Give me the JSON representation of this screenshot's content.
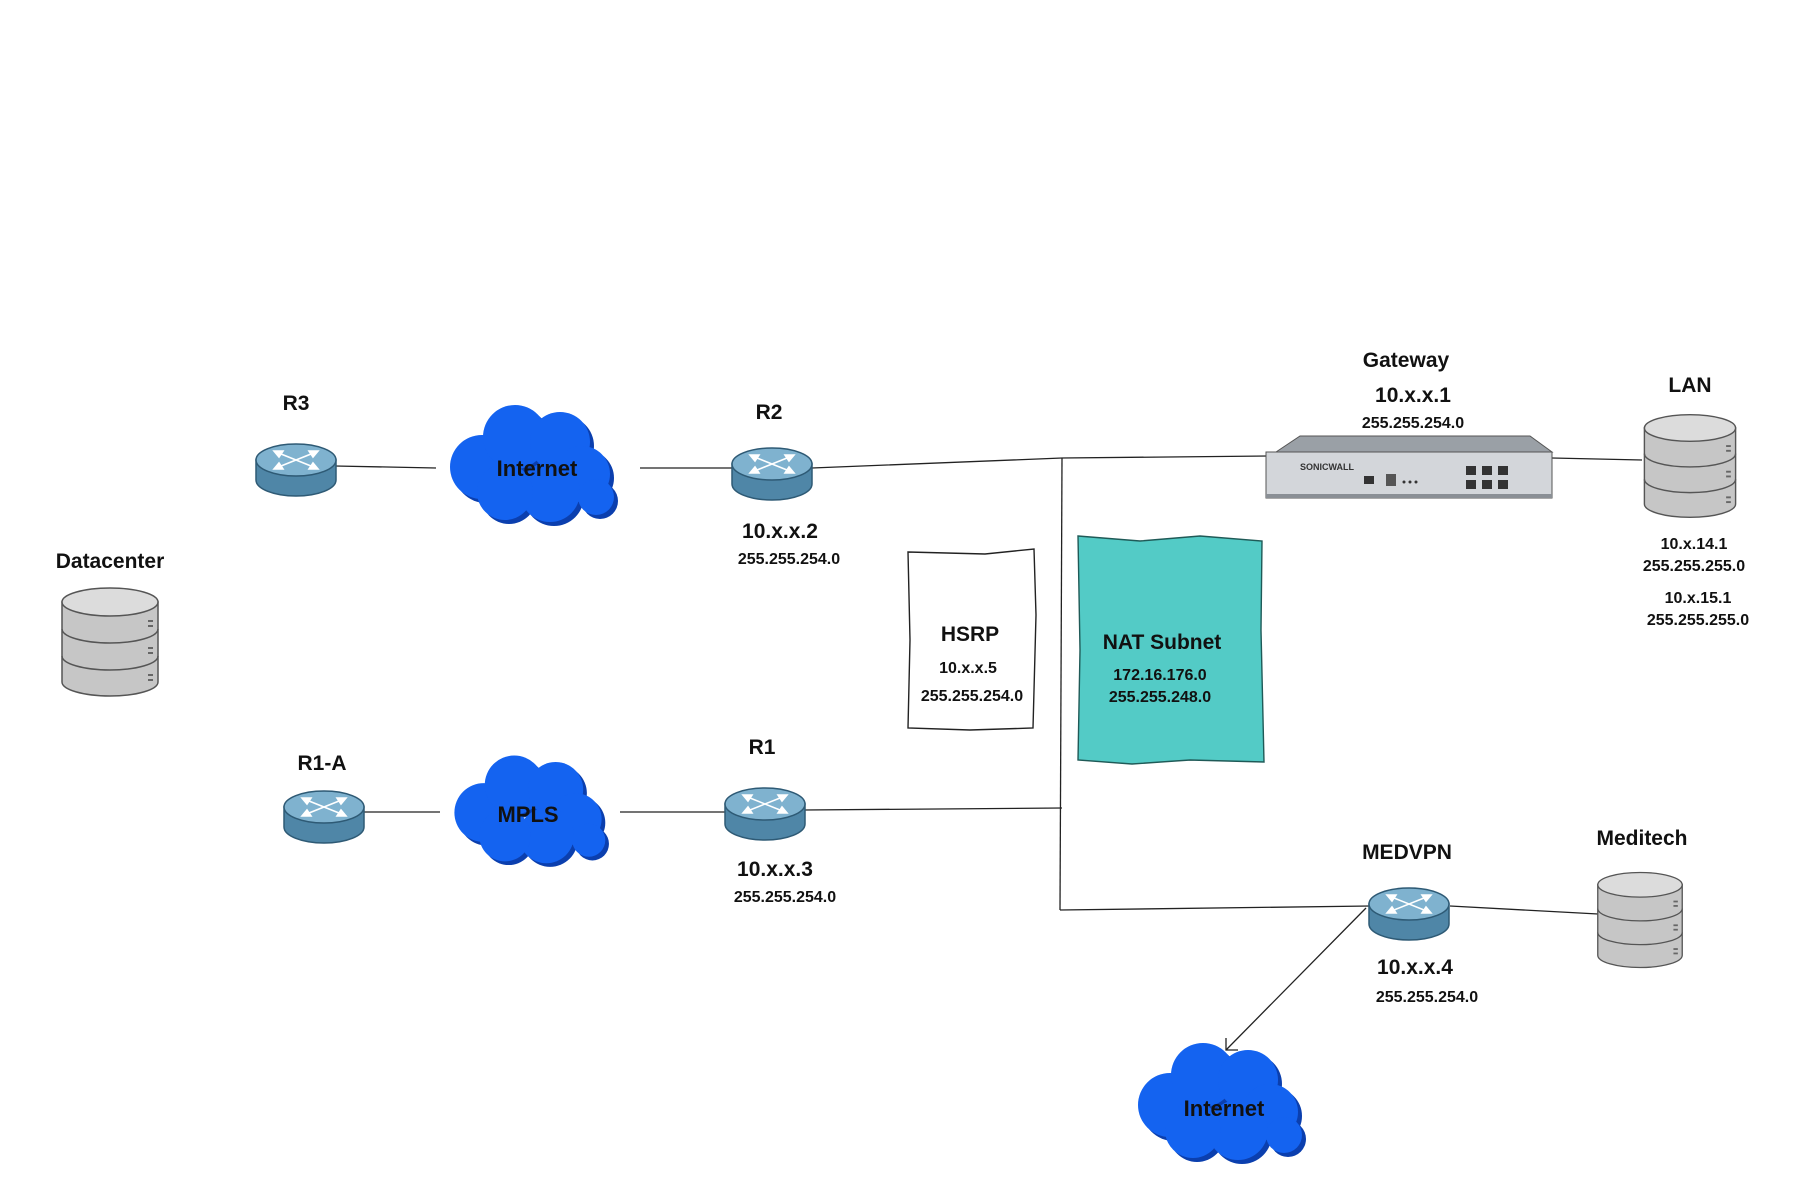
{
  "colors": {
    "cloud": "#1463f0",
    "cloud_edge": "#0b3fae",
    "router": "#5b93b4",
    "router_top": "#79aecb",
    "db": "#c9c9c9",
    "nat_fill": "#53cbc6",
    "line": "#222222"
  },
  "datacenter": {
    "label": "Datacenter"
  },
  "r3": {
    "label": "R3"
  },
  "r1a": {
    "label": "R1-A"
  },
  "internet_top": {
    "label": "Internet"
  },
  "mpls": {
    "label": "MPLS"
  },
  "r2": {
    "label": "R2",
    "ip": "10.x.x.2",
    "mask": "255.255.254.0"
  },
  "r1": {
    "label": "R1",
    "ip": "10.x.x.3",
    "mask": "255.255.254.0"
  },
  "hsrp": {
    "label": "HSRP",
    "ip": "10.x.x.5",
    "mask": "255.255.254.0"
  },
  "nat": {
    "label": "NAT Subnet",
    "ip": "172.16.176.0",
    "mask": "255.255.248.0"
  },
  "gateway": {
    "label": "Gateway",
    "ip": "10.x.x.1",
    "mask": "255.255.254.0",
    "brand": "SONICWALL"
  },
  "lan": {
    "label": "LAN",
    "ip1": "10.x.14.1",
    "mask1": "255.255.255.0",
    "ip2": "10.x.15.1",
    "mask2": "255.255.255.0"
  },
  "medvpn": {
    "label": "MEDVPN",
    "ip": "10.x.x.4",
    "mask": "255.255.254.0"
  },
  "meditech": {
    "label": "Meditech"
  },
  "internet_bottom": {
    "label": "Internet"
  }
}
